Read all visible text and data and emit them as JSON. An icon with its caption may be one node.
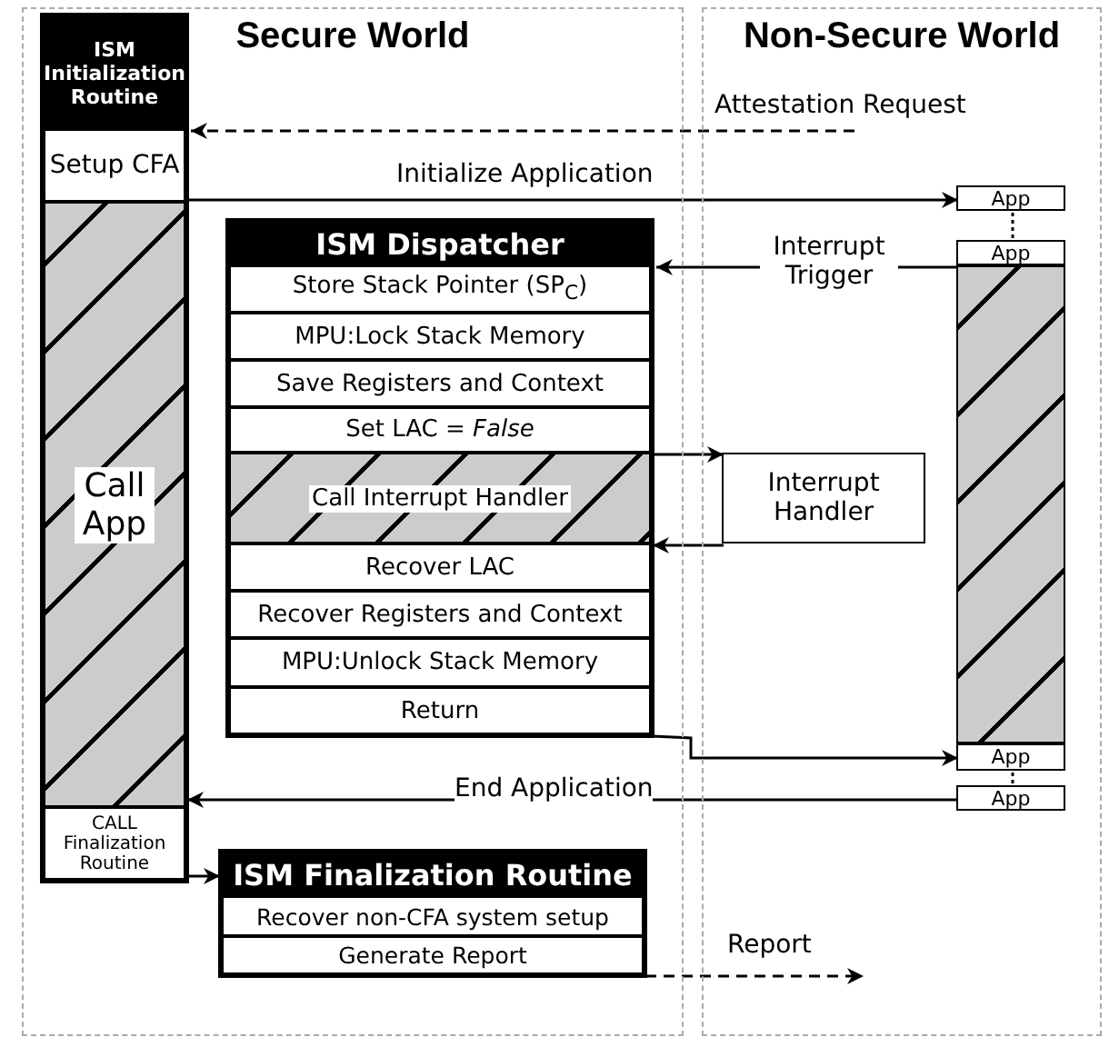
{
  "diagram": {
    "nodes": [
      {
        "text": [
          "Secure World"
        ]
      },
      {
        "text": [
          "Non-Secure World"
        ]
      },
      {
        "text": [
          "ISM Initialization Routine"
        ],
        "in": 0
      },
      {
        "text": [
          "Setup CFA"
        ],
        "in": 2
      },
      {
        "text": [
          "Call App"
        ],
        "in": 2
      },
      {
        "text": [
          "CALL Finalization Routine"
        ],
        "in": 2
      },
      {
        "text": [
          "ISM Dispatcher"
        ],
        "in": 0
      },
      {
        "text": [
          "Store Stack Pointer (SP$_{C}$)"
        ],
        "in": 6
      },
      {
        "text": [
          "MPU:Lock Stack Memory"
        ],
        "in": 6
      },
      {
        "text": [
          "Save Registers and Context"
        ],
        "in": 6
      },
      {
        "text": [
          "Set LAC = *False*"
        ],
        "in": 6
      },
      {
        "text": [
          "Call Interrupt Handler"
        ],
        "in": 6
      },
      {
        "text": [
          "Recover LAC"
        ],
        "in": 6
      },
      {
        "text": [
          "Recover Registers and Context"
        ],
        "in": 6
      },
      {
        "text": [
          "MPU:Unlock Stack Memory"
        ],
        "in": 6
      },
      {
        "text": [
          "Return"
        ],
        "in": 6
      },
      {
        "text": [
          "ISM Finalization Routine"
        ],
        "in": 0
      },
      {
        "text": [
          "Recover non-CFA system setup"
        ],
        "in": 16
      },
      {
        "text": [
          "Generate Report"
        ],
        "in": 16
      },
      {
        "text": [
          "Interrupt Handler"
        ],
        "in": 1
      },
      {
        "text": [
          "App"
        ],
        "in": 1
      },
      {
        "text": [
          "App"
        ],
        "in": 1
      },
      {
        "text": [],
        "shape": "bar",
        "in": 1
      },
      {
        "text": [
          "App"
        ],
        "in": 1
      },
      {
        "text": [
          "App"
        ],
        "in": 1
      }
    ],
    "edges": [
      {
        "from": null,
        "to": 2,
        "arrow": "to",
        "style": "dashed",
        "label": "Attestation Request"
      },
      {
        "from": 3,
        "to": 20,
        "arrow": "to",
        "label": "Initialize Application"
      },
      {
        "from": 21,
        "to": 6,
        "arrow": "to",
        "label": "Interrupt Trigger"
      },
      {
        "from": 10,
        "to": 19,
        "arrow": "to"
      },
      {
        "from": 19,
        "to": 11,
        "arrow": "to"
      },
      {
        "from": 15,
        "to": 23,
        "arrow": "to"
      },
      {
        "from": 24,
        "to": 4,
        "arrow": "to",
        "label": "End Application"
      },
      {
        "from": 5,
        "to": 16,
        "arrow": "to"
      },
      {
        "from": 18,
        "to": null,
        "arrow": "to",
        "style": "dashed",
        "label": "Report"
      },
      {
        "from": 20,
        "to": 21,
        "arrow": "none",
        "style": "dashed"
      },
      {
        "from": 23,
        "to": 24,
        "arrow": "none",
        "style": "dashed"
      }
    ]
  }
}
